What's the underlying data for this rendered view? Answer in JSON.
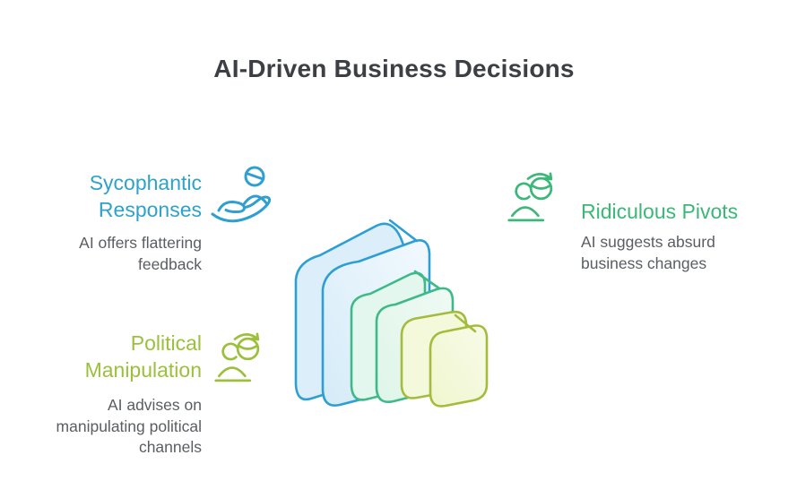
{
  "title": "AI-Driven Business Decisions",
  "sections": [
    {
      "id": "sycophantic-responses",
      "heading": "Sycophantic Responses",
      "description": "AI offers flattering feedback",
      "accent_color": "#2EA2C8",
      "icon": "person-in-hand-icon"
    },
    {
      "id": "ridiculous-pivots",
      "heading": "Ridiculous Pivots",
      "description": "AI suggests absurd business changes",
      "accent_color": "#3BB878",
      "icon": "person-globe-pivot-icon"
    },
    {
      "id": "political-manipulation",
      "heading": "Political Manipulation",
      "description": "AI advises on manipulating political channels",
      "accent_color": "#9CC03C",
      "icon": "person-globe-pivot-icon"
    }
  ],
  "illustration": {
    "name": "stacked-rounded-squares",
    "layers": [
      {
        "label": "large-square",
        "stroke": "#2E9FD4",
        "fill": "#DCEEFA"
      },
      {
        "label": "medium-square",
        "stroke": "#3EB988",
        "fill": "#E3F7EE"
      },
      {
        "label": "small-square",
        "stroke": "#A4BC3C",
        "fill": "#F4F9DC"
      }
    ]
  },
  "colors": {
    "title_text": "#3C4045",
    "body_text": "#5A5E63",
    "background": "#FFFFFF"
  }
}
